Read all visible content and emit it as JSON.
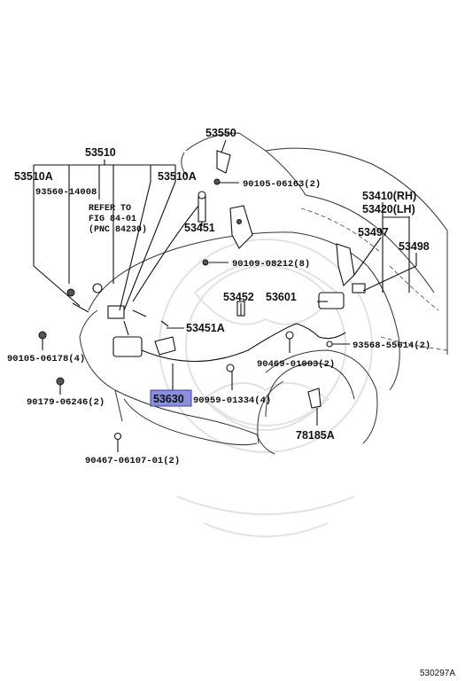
{
  "diagram": {
    "parts": {
      "p53550": "53550",
      "p53510": "53510",
      "p53510a_left": "53510A",
      "p53510a_right": "53510A",
      "p93560": "93560-14008",
      "note_line1": "REFER TO",
      "note_line2": "FIG 84-01",
      "note_line3": "(PNC 84230)",
      "p90105_06163": "90105-06163(2)",
      "p53410": "53410(RH)",
      "p53420": "53420(LH)",
      "p53451": "53451",
      "p53497": "53497",
      "p53498": "53498",
      "p90109": "90109-08212(8)",
      "p53452": "53452",
      "p53601": "53601",
      "p53451a": "53451A",
      "p93568": "93568-55014(2)",
      "p90105_06178": "90105-06178(4)",
      "p90469": "90469-01003(2)",
      "p53630": "53630",
      "p90959": "90959-01334(4)",
      "p90179": "90179-06246(2)",
      "p78185a": "78185A",
      "p90467": "90467-06107-01(2)"
    },
    "figure_code": "530297A",
    "highlight_color": "#8a8fdc"
  }
}
